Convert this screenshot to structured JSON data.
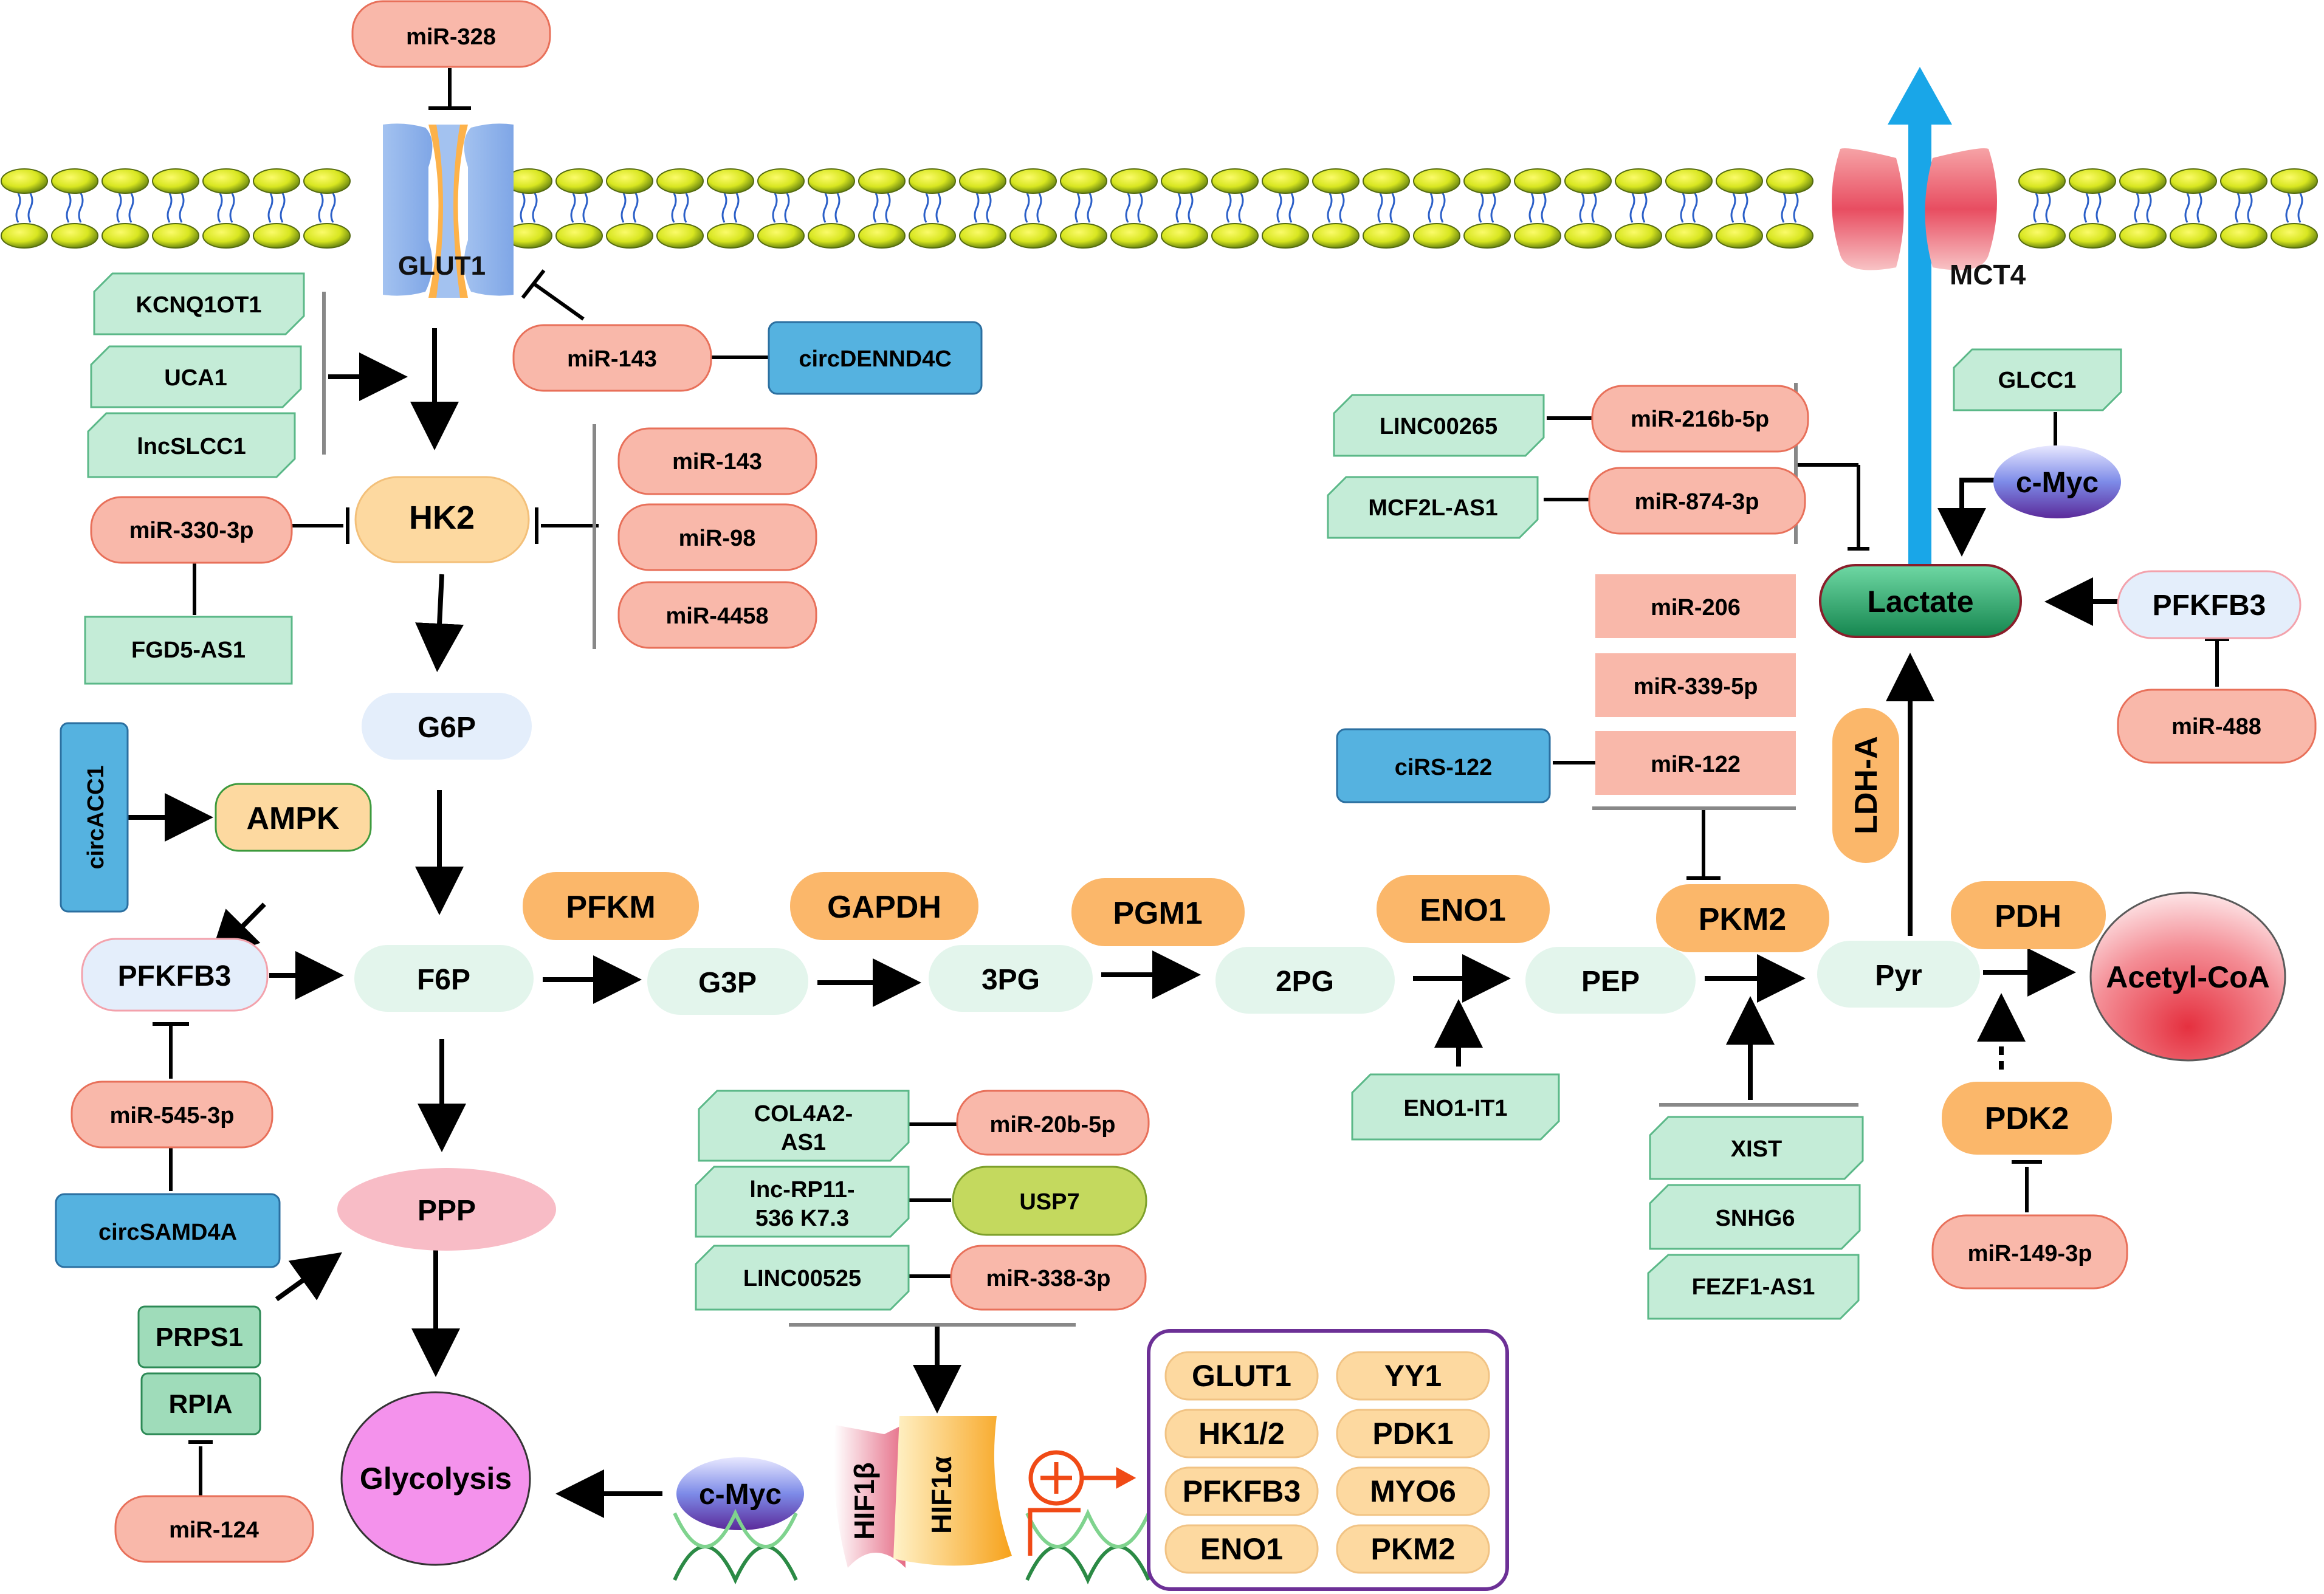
{
  "membrane": {
    "glut1": "GLUT1",
    "mct4": "MCT4"
  },
  "metabolites": {
    "hk2": "HK2",
    "g6p": "G6P",
    "f6p": "F6P",
    "g3p": "G3P",
    "pg3": "3PG",
    "pg2": "2PG",
    "pep": "PEP",
    "pyr": "Pyr",
    "acetyl_coa": "Acetyl-CoA",
    "lactate": "Lactate",
    "ppp": "PPP",
    "glycolysis": "Glycolysis",
    "pfkfb3_left": "PFKFB3",
    "pfkfb3_right": "PFKFB3",
    "ampk": "AMPK",
    "c_myc_top": "c-Myc",
    "c_myc_bottom": "c-Myc"
  },
  "enzymes": {
    "pfkm": "PFKM",
    "gapdh": "GAPDH",
    "pgm1": "PGM1",
    "eno1": "ENO1",
    "pkm2": "PKM2",
    "pdh": "PDH",
    "pdk2": "PDK2",
    "ldha": "LDH-A"
  },
  "mirnas": {
    "mir_328": "miR-328",
    "mir_143_a": "miR-143",
    "mir_143_b": "miR-143",
    "mir_98": "miR-98",
    "mir_4458": "miR-4458",
    "mir_330_3p": "miR-330-3p",
    "mir_545_3p": "miR-545-3p",
    "mir_124": "miR-124",
    "mir_216b_5p": "miR-216b-5p",
    "mir_874_3p": "miR-874-3p",
    "mir_206": "miR-206",
    "mir_339_5p": "miR-339-5p",
    "mir_122": "miR-122",
    "mir_488": "miR-488",
    "mir_149_3p": "miR-149-3p",
    "mir_20b_5p": "miR-20b-5p",
    "mir_338_3p": "miR-338-3p"
  },
  "lncrnas": {
    "kcnq1ot1": "KCNQ1OT1",
    "uca1": "UCA1",
    "lncslcc1": "lncSLCC1",
    "fgd5_as1": "FGD5-AS1",
    "linc00265": "LINC00265",
    "mcf2l_as1": "MCF2L-AS1",
    "glcc1": "GLCC1",
    "eno1_it1": "ENO1-IT1",
    "xist": "XIST",
    "snhg6": "SNHG6",
    "fezf1_as1": "FEZF1-AS1",
    "col4a2_as1_line1": "COL4A2-",
    "col4a2_as1_line2": "AS1",
    "lnc_rp11_line1": "lnc-RP11-",
    "lnc_rp11_line2": "536 K7.3",
    "linc00525": "LINC00525"
  },
  "circrnas": {
    "circdennd4c": "circDENND4C",
    "circacc1": "circACC1",
    "circsamd4a": "circSAMD4A",
    "cirs_122": "ciRS-122"
  },
  "other_proteins": {
    "usp7": "USP7",
    "prps1": "PRPS1",
    "rpia": "RPIA",
    "hif1b": "HIF1β",
    "hif1a": "HIF1α"
  },
  "target_genes": [
    "GLUT1",
    "YY1",
    "HK1/2",
    "PDK1",
    "PFKFB3",
    "MYO6",
    "ENO1",
    "PKM2"
  ],
  "colors": {
    "mirna_fill": "#f9b8aa",
    "mirna_stroke": "#e8705a",
    "lncrna_fill": "#c4ecd7",
    "lncrna_stroke": "#5bb888",
    "circrna_fill": "#55b2e0",
    "circrna_stroke": "#2b6fa0",
    "enzyme_fill": "#fbb76a",
    "metabolite_fill": "#e3f5ec",
    "lactate_fill": "#2ea86c",
    "arrow_blue": "#19a6e8",
    "target_box_stroke": "#6c3096",
    "target_gene_fill": "#fdd9a0"
  }
}
